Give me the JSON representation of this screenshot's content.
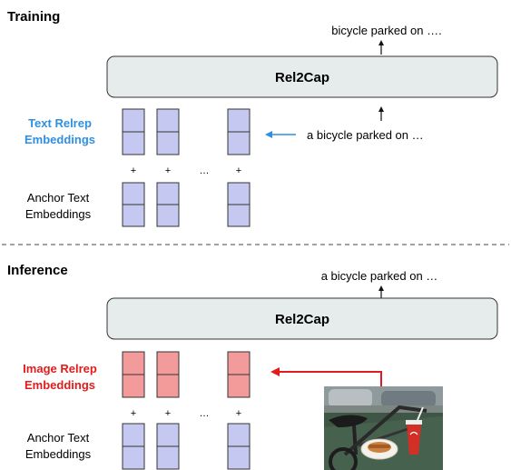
{
  "training": {
    "section_title": "Training",
    "model_name": "Rel2Cap",
    "output_caption": "bicycle parked on ….",
    "input_caption": "a bicycle parked on …",
    "relrep_label_line1": "Text Relrep",
    "relrep_label_line2": "Embeddings",
    "anchor_label_line1": "Anchor Text",
    "anchor_label_line2": "Embeddings",
    "plus_sign": "+",
    "ellipsis": "…"
  },
  "inference": {
    "section_title": "Inference",
    "model_name": "Rel2Cap",
    "output_caption": "a bicycle parked on …",
    "relrep_label_line1": "Image Relrep",
    "relrep_label_line2": "Embeddings",
    "anchor_label_line1": "Anchor Text",
    "anchor_label_line2": "Embeddings",
    "plus_sign": "+",
    "ellipsis": "…"
  },
  "colors": {
    "text_relrep_label": "#2f8fe0",
    "image_relrep_label": "#e21b1b",
    "text_cell_fill": "#c5c8f0",
    "image_cell_fill": "#f39b9b",
    "model_box_fill": "#e6ecec",
    "text_arrow": "#2f8fe0",
    "image_arrow": "#e21b1b",
    "divider": "#444444"
  },
  "icons": {
    "input_photo": "bicycle-and-food-photo"
  }
}
